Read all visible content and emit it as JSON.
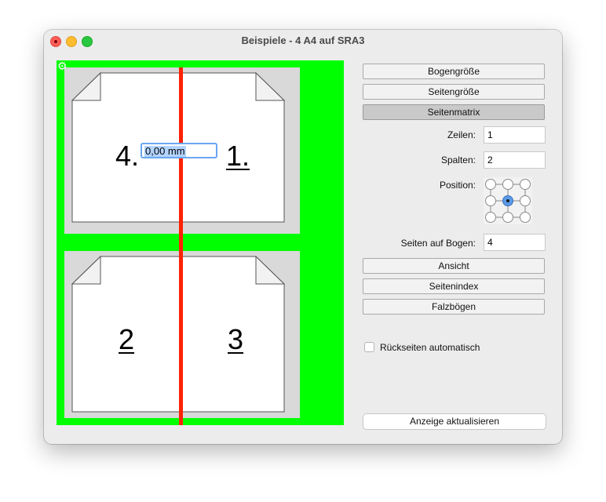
{
  "window": {
    "title": "Beispiele - 4 A4 auf SRA3"
  },
  "preview": {
    "gap_value": "0,00 mm",
    "pages_top": [
      "4.",
      "1."
    ],
    "pages_bottom": [
      "2",
      "3"
    ],
    "background_color": "#00ff00",
    "sheet_color": "#d9d9d9",
    "spine_color": "#ff2200"
  },
  "sidebar": {
    "buttons": {
      "bogengroesse": "Bogengröße",
      "seitengroesse": "Seitengröße",
      "seitenmatrix": "Seitenmatrix",
      "ansicht": "Ansicht",
      "seitenindex": "Seitenindex",
      "falzboegen": "Falzbögen"
    },
    "zeilen": {
      "label": "Zeilen:",
      "value": "1"
    },
    "spalten": {
      "label": "Spalten:",
      "value": "2"
    },
    "position": {
      "label": "Position:",
      "selected": "center"
    },
    "seiten_auf_bogen": {
      "label": "Seiten auf Bogen:",
      "value": "4"
    },
    "rueckseiten": {
      "label": "Rückseiten automatisch",
      "checked": false
    },
    "refresh_label": "Anzeige aktualisieren"
  }
}
